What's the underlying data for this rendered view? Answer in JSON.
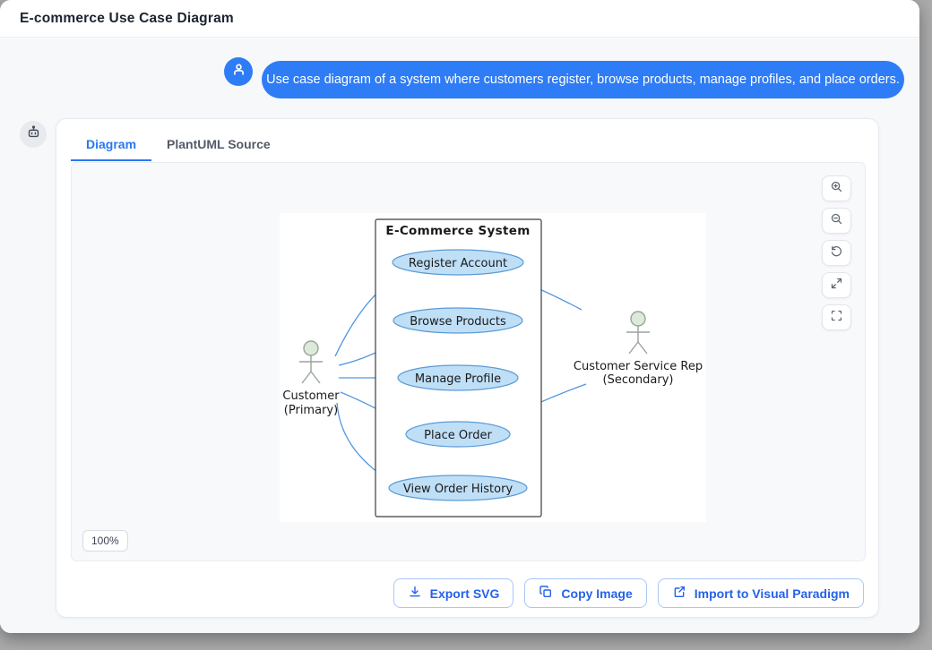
{
  "window": {
    "title": "E-commerce Use Case Diagram"
  },
  "chat": {
    "user_message": "Use case diagram of a system where customers register, browse products, manage profiles, and place orders.",
    "user_avatar_icon": "person-icon",
    "bot_avatar_icon": "robot-icon"
  },
  "tabs": [
    {
      "label": "Diagram",
      "active": true
    },
    {
      "label": "PlantUML Source",
      "active": false
    }
  ],
  "viewer": {
    "zoom_level": "100%",
    "controls": [
      {
        "name": "zoom-in",
        "icon": "magnifier-plus-icon"
      },
      {
        "name": "zoom-out",
        "icon": "magnifier-minus-icon"
      },
      {
        "name": "reset-view",
        "icon": "rotate-ccw-icon"
      },
      {
        "name": "expand",
        "icon": "expand-arrows-icon"
      },
      {
        "name": "fit-screen",
        "icon": "corner-brackets-icon"
      }
    ]
  },
  "actions": [
    {
      "label": "Export SVG",
      "icon": "download-icon"
    },
    {
      "label": "Copy Image",
      "icon": "copy-icon"
    },
    {
      "label": "Import to Visual Paradigm",
      "icon": "external-link-icon"
    }
  ],
  "diagram": {
    "system_title": "E-Commerce System",
    "use_cases": [
      "Register Account",
      "Browse Products",
      "Manage Profile",
      "Place Order",
      "View Order History"
    ],
    "actors": [
      {
        "name": "Customer",
        "role": "(Primary)"
      },
      {
        "name": "Customer Service Rep",
        "role": "(Secondary)"
      }
    ],
    "associations": [
      {
        "from": "Customer",
        "to": "Register Account"
      },
      {
        "from": "Customer",
        "to": "Browse Products"
      },
      {
        "from": "Customer",
        "to": "Manage Profile"
      },
      {
        "from": "Customer",
        "to": "Place Order"
      },
      {
        "from": "Customer",
        "to": "View Order History"
      },
      {
        "from": "Customer Service Rep",
        "to": "Register Account"
      },
      {
        "from": "Customer Service Rep",
        "to": "Place Order"
      }
    ],
    "colors": {
      "usecase_fill": "#bfdff7",
      "usecase_stroke": "#5b9bd5",
      "actor_head_fill": "#dcead9",
      "actor_stroke": "#95a095",
      "association": "#4f96e0",
      "boundary_stroke": "#3c3c3c"
    }
  },
  "colors": {
    "accent": "#2e7cf6",
    "tab_active": "#2878ef",
    "page_bg": "#f6f8fa",
    "button_text": "#2462e9"
  }
}
